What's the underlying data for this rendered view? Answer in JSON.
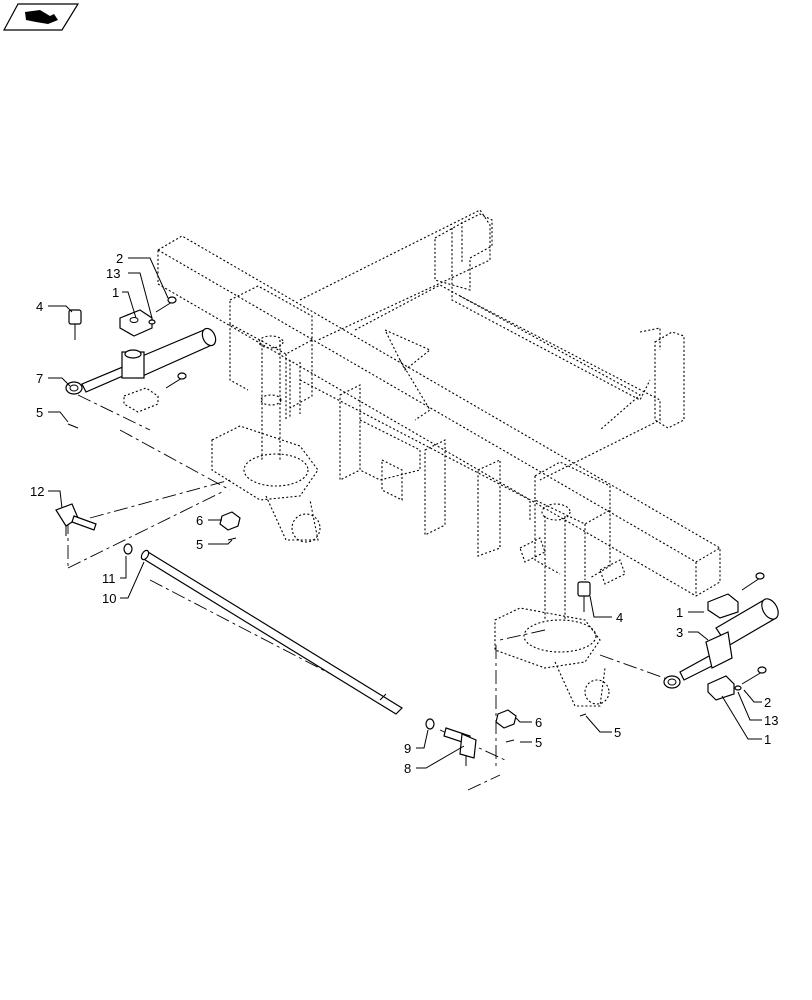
{
  "icon": "view-orientation-icon",
  "callouts": {
    "c2_top": "2",
    "c13_top": "13",
    "c1_top": "1",
    "c4_left": "4",
    "c7": "7",
    "c5_left": "5",
    "c12": "12",
    "c6_mid": "6",
    "c5_mid": "5",
    "c11": "11",
    "c10": "10",
    "c4_right": "4",
    "c1_right_top": "1",
    "c3": "3",
    "c2_right": "2",
    "c13_right": "13",
    "c1_right_bottom": "1",
    "c6_right": "6",
    "c5_right": "5",
    "c5_far_right": "5",
    "c9": "9",
    "c8": "8"
  }
}
